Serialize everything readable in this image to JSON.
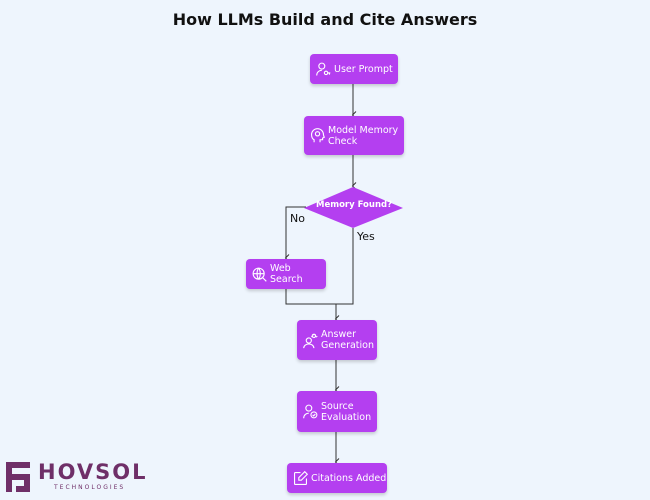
{
  "title": "How LLMs Build and Cite Answers",
  "nodes": {
    "user_prompt": {
      "label": "User Prompt",
      "icon": "user-key-icon"
    },
    "model_memory_check": {
      "label": "Model Memory\nCheck",
      "icon": "brain-head-icon"
    },
    "memory_found": {
      "label": "Memory Found?"
    },
    "web_search": {
      "label": "Web Search",
      "icon": "globe-search-icon"
    },
    "answer_generation": {
      "label": "Answer\nGeneration",
      "icon": "user-idea-icon"
    },
    "source_evaluation": {
      "label": "Source\nEvaluation",
      "icon": "user-check-icon"
    },
    "citations_added": {
      "label": "Citations Added",
      "icon": "edit-document-icon"
    }
  },
  "edges": {
    "no_label": "No",
    "yes_label": "Yes"
  },
  "logo": {
    "name": "HOVSOL",
    "tagline": "TECHNOLOGIES"
  },
  "colors": {
    "background": "#eef5fd",
    "node": "#b43ff0",
    "logo": "#6f2f68",
    "connector": "#333333"
  }
}
